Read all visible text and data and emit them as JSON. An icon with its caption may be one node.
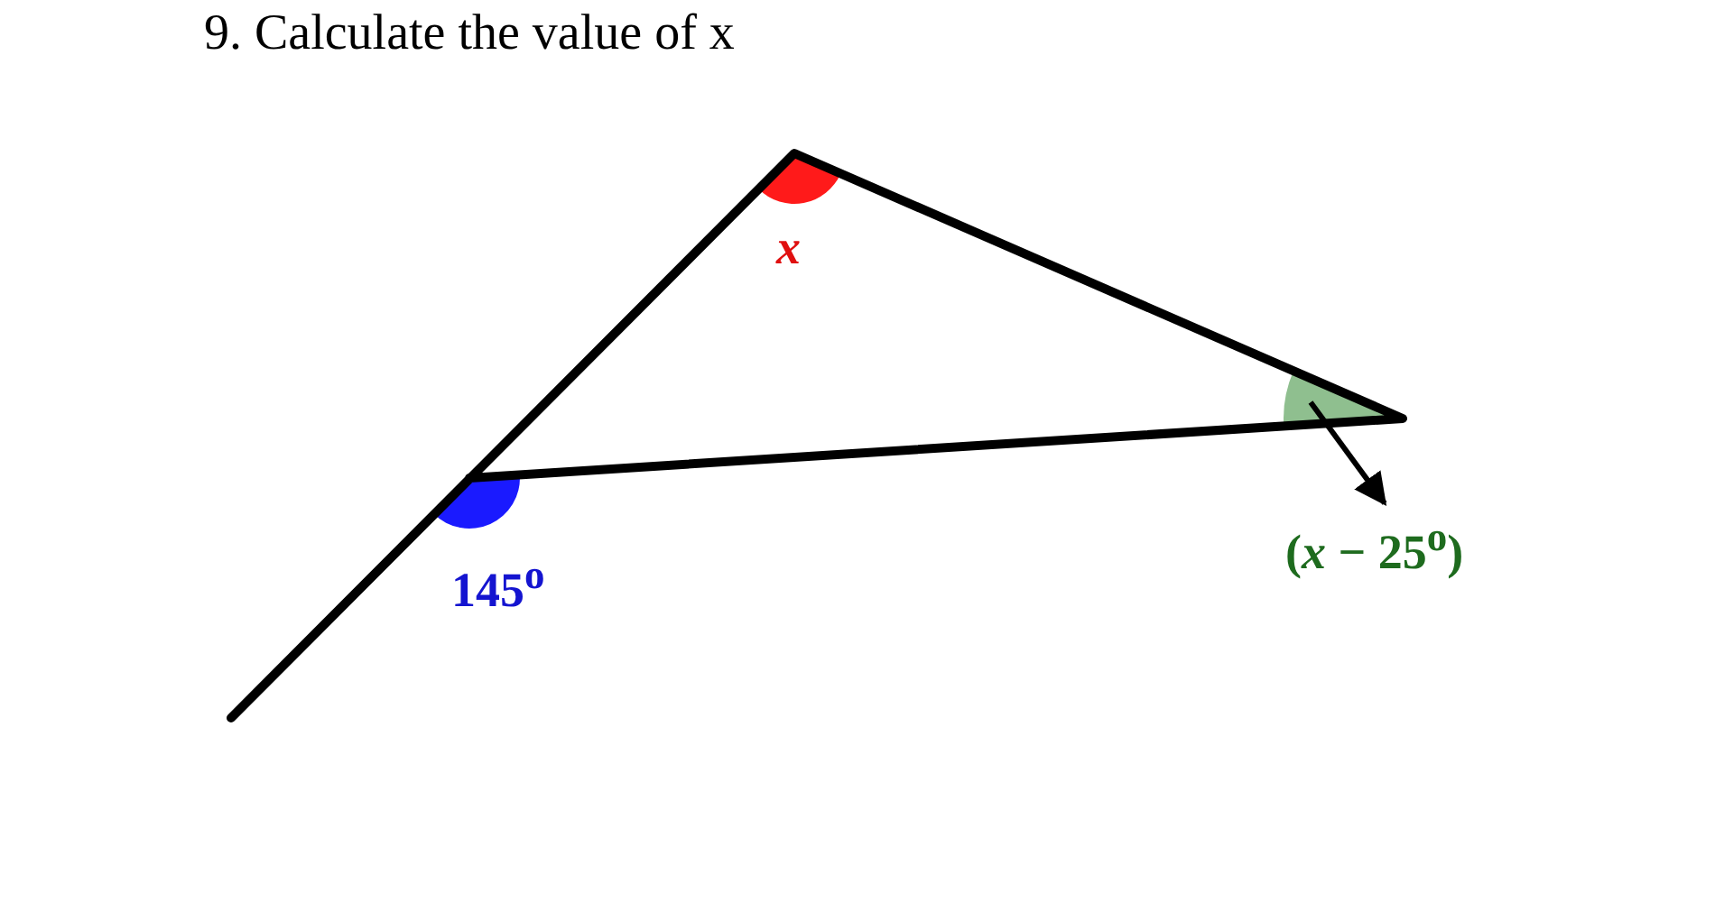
{
  "diagram": {
    "title": "9. Calculate the value of x",
    "nodes": [
      {
        "text": [],
        "shape": "sector"
      },
      {
        "text": [
          "(*x* − 25$^{o}$)"
        ]
      }
    ],
    "edges": [
      {
        "from": 0,
        "to": 1,
        "arrow": "to"
      }
    ],
    "labels": [
      "x",
      "145$^{o}$"
    ]
  }
}
